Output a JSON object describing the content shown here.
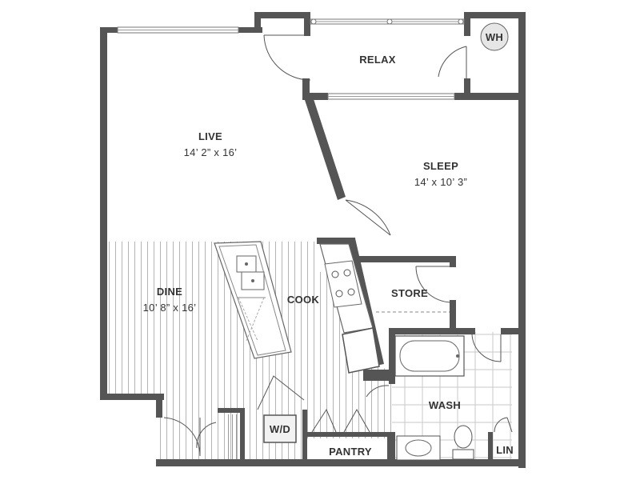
{
  "rooms": {
    "relax": "RELAX",
    "live": "LIVE",
    "live_dim": "14’ 2” x 16’",
    "sleep": "SLEEP",
    "sleep_dim": "14’ x 10’ 3”",
    "dine": "DINE",
    "dine_dim": "10’ 8” x 16’",
    "cook": "COOK",
    "store": "STORE",
    "wash": "WASH",
    "pantry": "PANTRY",
    "lin": "LIN"
  },
  "fixtures": {
    "water_heater": "WH",
    "washer_dryer": "W/D"
  },
  "colors": {
    "wall": "#555555",
    "line": "#666666",
    "floor_hatch": "#b5b5b5",
    "tile": "#c8c8c8",
    "background": "#ffffff"
  }
}
